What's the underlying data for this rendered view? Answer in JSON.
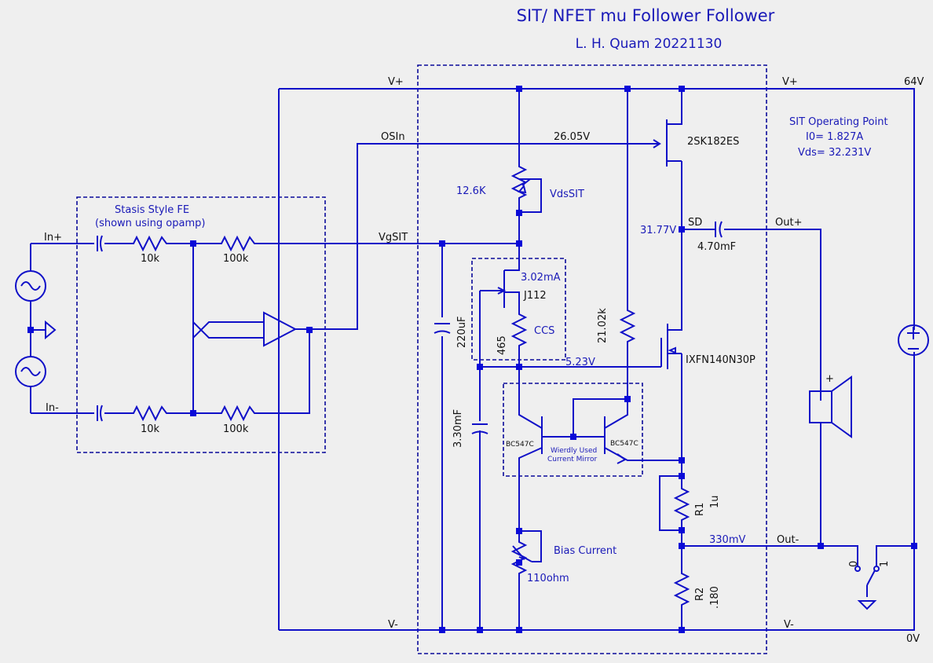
{
  "title": "SIT/ NFET mu Follower  Follower",
  "subtitle": "L. H. Quam  20221130",
  "nets": {
    "vplus_left": "V+",
    "vplus_right": "V+",
    "vplus_supply": "64V",
    "vminus_left": "V-",
    "vminus_right": "V-",
    "ground_right": "0V",
    "osin": "OSIn",
    "osin_voltage": "26.05V",
    "vgsit": "VgSIT",
    "sd": "SD",
    "sd_voltage": "31.77V",
    "out_plus": "Out+",
    "out_minus": "Out-",
    "out_minus_voltage": "330mV",
    "in_plus": "In+",
    "in_minus": "In-",
    "ccs_node_voltage": "5.23V"
  },
  "fe_block": {
    "line1": "Stasis Style FE",
    "line2": "(shown using opamp)",
    "r_top1": "10k",
    "r_top2": "100k",
    "r_bot1": "10k",
    "r_bot2": "100k"
  },
  "components": {
    "vdssit_pot": "12.6K",
    "vdssit_label": "VdsSIT",
    "sit": "2SK182ES",
    "mosfet": "IXFN140N30P",
    "jfet": "J112",
    "jfet_current": "3.02mA",
    "ccs_label": "CCS",
    "ccs_resistor": "465",
    "cap_220": "220uF",
    "cap_330": "3.30mF",
    "resistor_21k": "21.02k",
    "out_cap": "4.70mF",
    "bjt_left": "BC547C",
    "bjt_right": "BC547C",
    "mirror_line1": "Wierdly Used",
    "mirror_line2": "Current Mirror",
    "bias_label": "Bias Current",
    "bias_pot": "110ohm",
    "r1_name": "R1",
    "r1_value": "1u",
    "r2_name": "R2",
    "r2_value": ".180",
    "switch_0": "0",
    "switch_1": "1",
    "speaker_plus": "+"
  },
  "sit_op": {
    "title": "SIT Operating Point",
    "i0": "I0=  1.827A",
    "vds": "Vds= 32.231V"
  }
}
